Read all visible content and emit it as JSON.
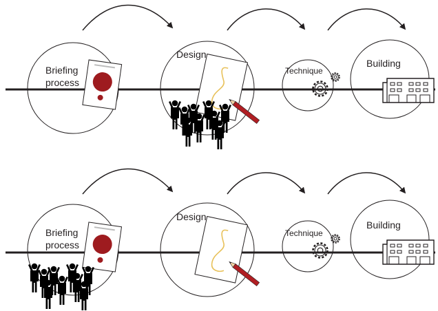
{
  "colors": {
    "line": "#231f20",
    "red": "#9e1b1f",
    "sketch_line": "#e8c15a",
    "pencil": "#b01e23",
    "background": "#ffffff"
  },
  "rows": [
    {
      "stages": [
        {
          "id": "briefing",
          "label_line1": "Briefing",
          "label_line2": "process",
          "icon": "briefing-document-icon"
        },
        {
          "id": "design",
          "label": "Design",
          "icon": "sketch-with-pencil-icon"
        },
        {
          "id": "technique",
          "label": "Technique",
          "icon": "gears-icon"
        },
        {
          "id": "building",
          "label": "Building",
          "icon": "building-icon"
        }
      ],
      "people_at_stage": "design"
    },
    {
      "stages": [
        {
          "id": "briefing",
          "label_line1": "Briefing",
          "label_line2": "process",
          "icon": "briefing-document-icon"
        },
        {
          "id": "design",
          "label": "Design",
          "icon": "sketch-with-pencil-icon"
        },
        {
          "id": "technique",
          "label": "Technique",
          "icon": "gears-icon"
        },
        {
          "id": "building",
          "label": "Building",
          "icon": "building-icon"
        }
      ],
      "people_at_stage": "briefing"
    }
  ]
}
